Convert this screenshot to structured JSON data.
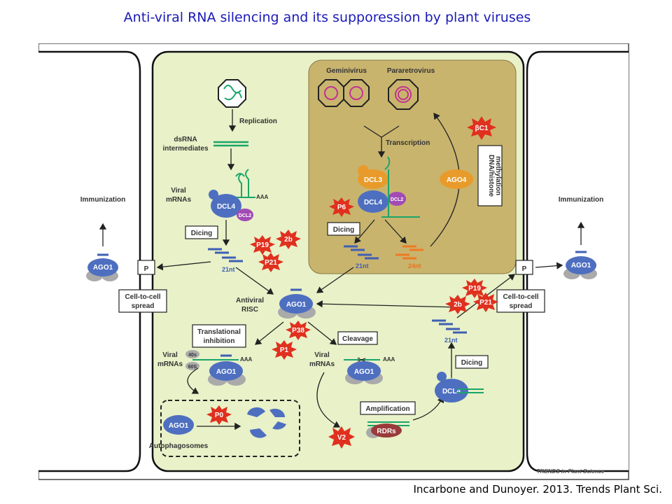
{
  "title": "Anti-viral RNA silencing and its supporession by plant viruses",
  "citation": "Incarbone and Dunoyer. 2013. Trends Plant Sci.",
  "footer_logo": "TRENDS in Plant Science",
  "labels": {
    "replication": "Replication",
    "dsrna_line1": "dsRNA",
    "dsrna_line2": "intermediates",
    "viral_mrnas_line1": "Viral",
    "viral_mrnas_line2": "mRNAs",
    "dicing": "Dicing",
    "immunization": "Immunization",
    "p": "P",
    "cell_to_cell_line1": "Cell-to-cell",
    "cell_to_cell_line2": "spread",
    "antiviral_risc_line1": "Antiviral",
    "antiviral_risc_line2": "RISC",
    "translational_line1": "Translational",
    "translational_line2": "inhibition",
    "cleavage": "Cleavage",
    "amplification": "Amplification",
    "autophagosomes": "Autophagosomes",
    "geminivirus": "Geminivirus",
    "pararetrovirus": "Pararetrovirus",
    "transcription": "Transcription",
    "dna_histone_line1": "DNA/histone",
    "dna_histone_line2": "methylation",
    "nt21": "21nt",
    "nt24": "24nt",
    "aaa": "AAA",
    "ribo_40s": "40s",
    "ribo_60s": "60S"
  },
  "proteins": {
    "ago1": "AGO1",
    "ago4": "AGO4",
    "dcl4": "DCL4",
    "dcl3": "DCL3",
    "dcl2": "DCL2",
    "rdrs": "RDRs"
  },
  "suppressors": {
    "p19": "P19",
    "p21": "P21",
    "b2": "2b",
    "p38": "P38",
    "p1": "P1",
    "p6": "P6",
    "p0": "P0",
    "v2": "V2",
    "bc1": "βC1"
  },
  "colors": {
    "title": "#1a1ab8",
    "cell_fill": "#e8f1c8",
    "nucleus_fill": "#c9b46e",
    "protein_blue": "#4e6fc0",
    "suppressor_red": "#e0301e",
    "rna_green": "#1aa56a",
    "small_rna_blue": "#3f5fb3",
    "small_rna_orange": "#ef7a22"
  }
}
